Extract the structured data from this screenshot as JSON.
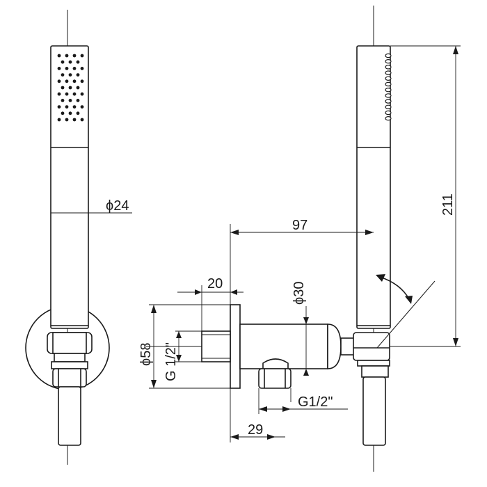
{
  "dimensions": {
    "handle_diameter": "ϕ24",
    "arm_length": "97",
    "overall_height": "211",
    "flange_depth": "20",
    "body_diameter": "ϕ30",
    "flange_diameter": "ϕ58",
    "wall_thread": "G 1/2\"",
    "outlet_thread": "G1/2\"",
    "outlet_offset": "29"
  },
  "colors": {
    "line": "#1a1a1a",
    "background": "#ffffff"
  },
  "icons": [
    "rotation-arrow-icon"
  ]
}
